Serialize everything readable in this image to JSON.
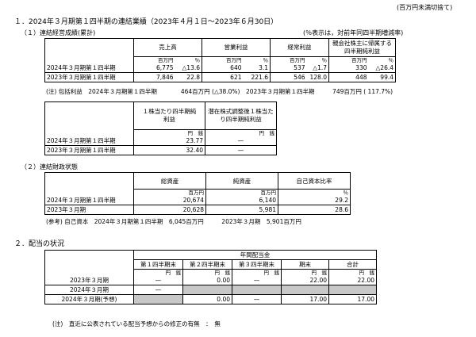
{
  "unit_note": "(百万円未満切捨て)",
  "s1": {
    "title": "１．2024年３月期第１四半期の連結業績（2023年４月１日～2023年６月30日）",
    "sub1_title": "（１）連結経営成績(累計)",
    "pct_note": "(％表示は，対前年同四半期増減率)",
    "ops_headers": [
      "売上高",
      "営業利益",
      "経常利益",
      "親会社株主に帰属する四半期純利益"
    ],
    "unit_million": "百万円",
    "unit_pct": "％",
    "ops_rows": [
      {
        "label": "2024年３月期第１四半期",
        "v1": "6,775",
        "p1": "△13.6",
        "v2": "640",
        "p2": "3.1",
        "v3": "537",
        "p3": "△1.7",
        "v4": "330",
        "p4": "△26.4"
      },
      {
        "label": "2023年３月期第１四半期",
        "v1": "7,846",
        "p1": "22.8",
        "v2": "621",
        "p2": "221.6",
        "v3": "546",
        "p3": "128.0",
        "v4": "448",
        "p4": "99.4"
      }
    ],
    "comprehensive_note": "(注) 包括利益　2024年３月期第１四半期　　　　464百万円 (△38.0%)　2023年３月期第１四半期　　　749百万円 ( 117.7%)",
    "eps_headers": [
      "１株当たり四半期純利益",
      "潜在株式調整後１株当たり四半期純利益"
    ],
    "unit_yen_sen": "円　銭",
    "eps_rows": [
      {
        "label": "2024年３月期第１四半期",
        "v1": "23.77",
        "v2": "—"
      },
      {
        "label": "2023年３月期第１四半期",
        "v1": "32.40",
        "v2": "—"
      }
    ],
    "sub2_title": "（２）連結財政状態",
    "fin_headers": [
      "総資産",
      "純資産",
      "自己資本比率"
    ],
    "fin_rows": [
      {
        "label": "2024年３月期第１四半期",
        "v1": "20,674",
        "v2": "6,140",
        "v3": "29.2"
      },
      {
        "label": "2023年３月期",
        "v1": "20,628",
        "v2": "5,981",
        "v3": "28.6"
      }
    ],
    "equity_note": "(参考) 自己資本　2024年３月期第１四半期　6,045百万円　　　2023年３月期　5,901百万円"
  },
  "s2": {
    "title": "２．配当の状況",
    "annual_header": "年間配当金",
    "col_headers": [
      "第１四半期末",
      "第２四半期末",
      "第３四半期末",
      "期末",
      "合計"
    ],
    "unit_yen_sen": "円　銭",
    "rows": [
      {
        "label": "2023年３月期",
        "q1": "—",
        "q2": "0.00",
        "q3": "—",
        "q4": "22.00",
        "total": "22.00"
      },
      {
        "label": "2024年３月期",
        "q1": "—",
        "q2": "",
        "q3": "",
        "q4": "",
        "total": ""
      },
      {
        "label": "2024年３月期(予想)",
        "q1": "",
        "q2": "0.00",
        "q3": "—",
        "q4": "17.00",
        "total": "17.00"
      }
    ],
    "footnote": "(注)　直近に公表されている配当予想からの修正の有無　：　無"
  }
}
